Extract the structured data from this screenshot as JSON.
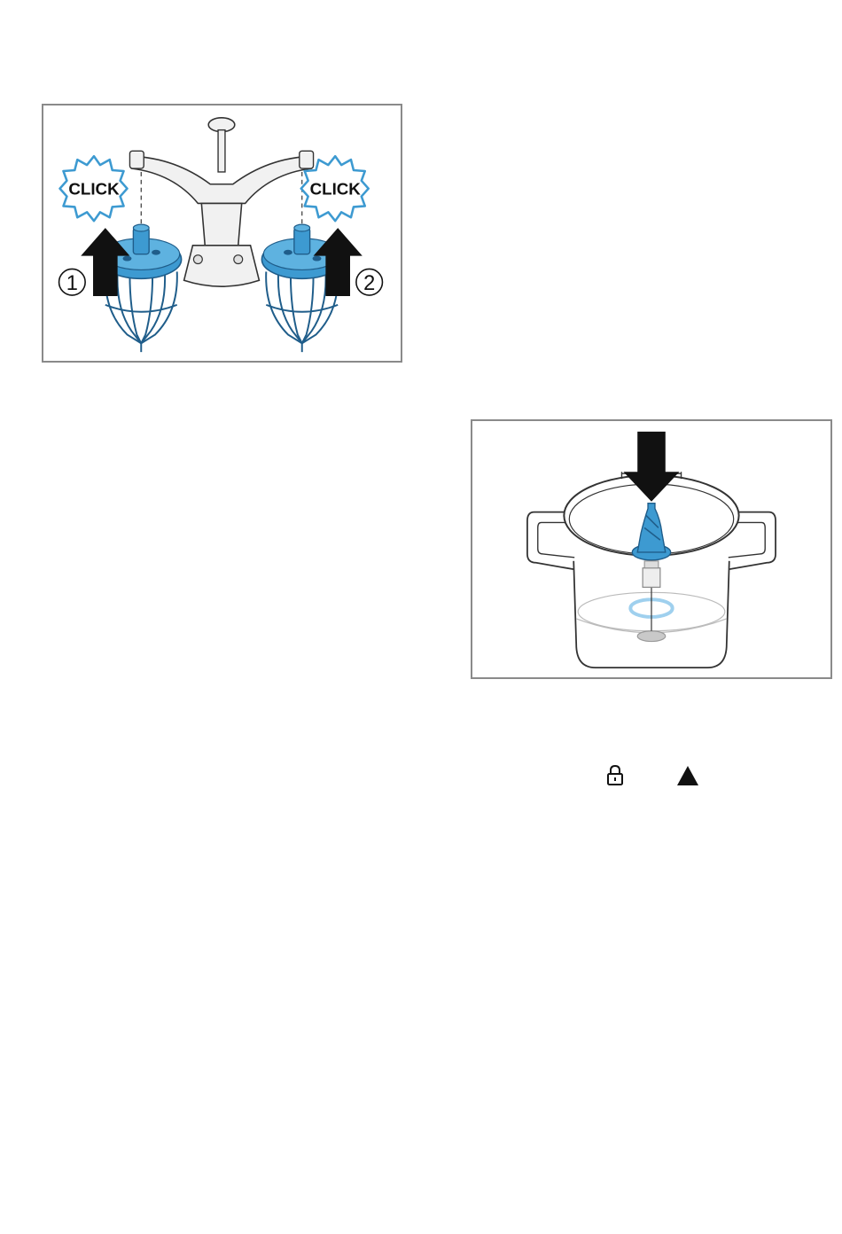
{
  "figure_1": {
    "callout_left": "CLICK",
    "callout_right": "CLICK",
    "step_left": "1",
    "step_right": "2"
  },
  "figure_2": {},
  "symbols": {
    "lock": "lock-icon",
    "triangle": "triangle-up-icon"
  },
  "colors": {
    "accent_blue": "#3d9ad1",
    "whisk_blue": "#1f5d8a",
    "frame_gray": "#8a8a8a",
    "arrow_black": "#111111"
  }
}
